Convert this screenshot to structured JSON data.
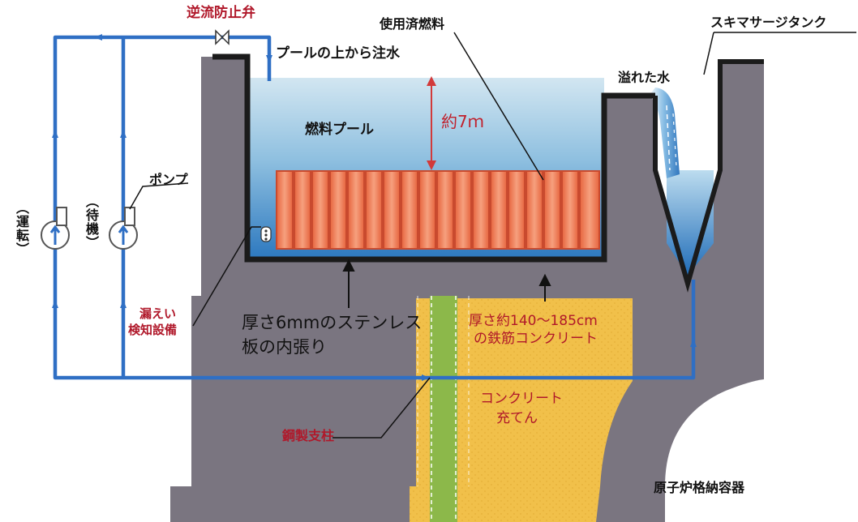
{
  "labels": {
    "check_valve": "逆流防止弁",
    "spent_fuel": "使用済燃料",
    "pool_top_injection": "プールの上から注水",
    "overflow_water": "溢れた水",
    "skimmer_surge_tank": "スキマサージタンク",
    "fuel_pool": "燃料プール",
    "depth": "約7ｍ",
    "pump": "ポンプ",
    "pump_running": "（運転）",
    "pump_standby": "（待機）",
    "leak_detection_line1": "漏えい",
    "leak_detection_line2": "検知設備",
    "stainless_line1": "厚さ6mmのステンレス",
    "stainless_line2": "板の内張り",
    "concrete_wall_line1": "厚さ約140～185cm",
    "concrete_wall_line2": "の鉄筋コンクリート",
    "concrete_fill_line1": "コンクリート",
    "concrete_fill_line2": "充てん",
    "steel_pillar": "鋼製支柱",
    "reactor_vessel": "原子炉格納容器"
  },
  "colors": {
    "structure_gray": "#7a7580",
    "concrete_fill": "#f1c04a",
    "water_top": "#d2e6f1",
    "water_bottom": "#2c78bf",
    "fuel_orange": "#f0805a",
    "pipe_blue": "#2f6fc4",
    "pillar_green": "#8cb84a",
    "label_red": "#b0182a"
  },
  "fuel_rack_count": 18
}
